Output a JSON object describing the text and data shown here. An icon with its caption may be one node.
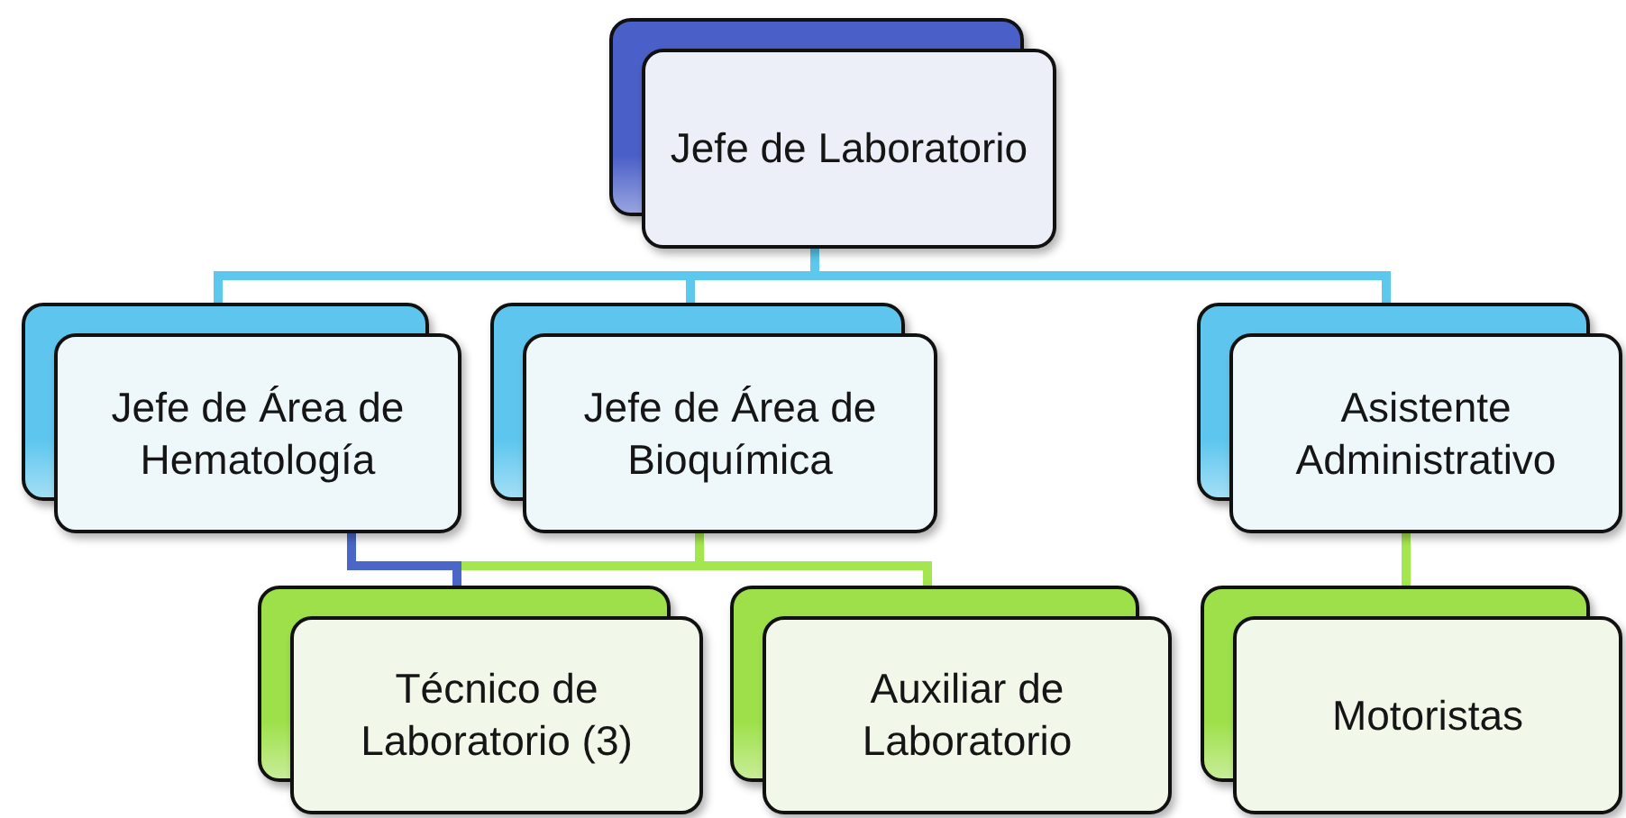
{
  "diagram": {
    "nodes": [
      {
        "text": [
          "Jefe de Laboratorio"
        ]
      },
      {
        "text": [
          "Jefe de Área de Hematología"
        ]
      },
      {
        "text": [
          "Jefe de Área de Bioquímica"
        ]
      },
      {
        "text": [
          "Asistente Administrativo"
        ]
      },
      {
        "text": [
          "Técnico de Laboratorio (3)"
        ]
      },
      {
        "text": [
          "Auxiliar de Laboratorio"
        ]
      },
      {
        "text": [
          "Motoristas"
        ]
      }
    ],
    "edges": [
      {
        "from": 0,
        "to": 1,
        "arrow": "none",
        "color": "#5cc8ee"
      },
      {
        "from": 0,
        "to": 2,
        "arrow": "none",
        "color": "#5cc8ee"
      },
      {
        "from": 0,
        "to": 3,
        "arrow": "none",
        "color": "#5cc8ee"
      },
      {
        "from": 1,
        "to": 4,
        "arrow": "none",
        "color": "#4a66c8"
      },
      {
        "from": 2,
        "to": 4,
        "arrow": "none",
        "color": "#a4e64e"
      },
      {
        "from": 2,
        "to": 5,
        "arrow": "none",
        "color": "#a4e64e"
      },
      {
        "from": 3,
        "to": 6,
        "arrow": "none",
        "color": "#a4e64e"
      }
    ]
  }
}
